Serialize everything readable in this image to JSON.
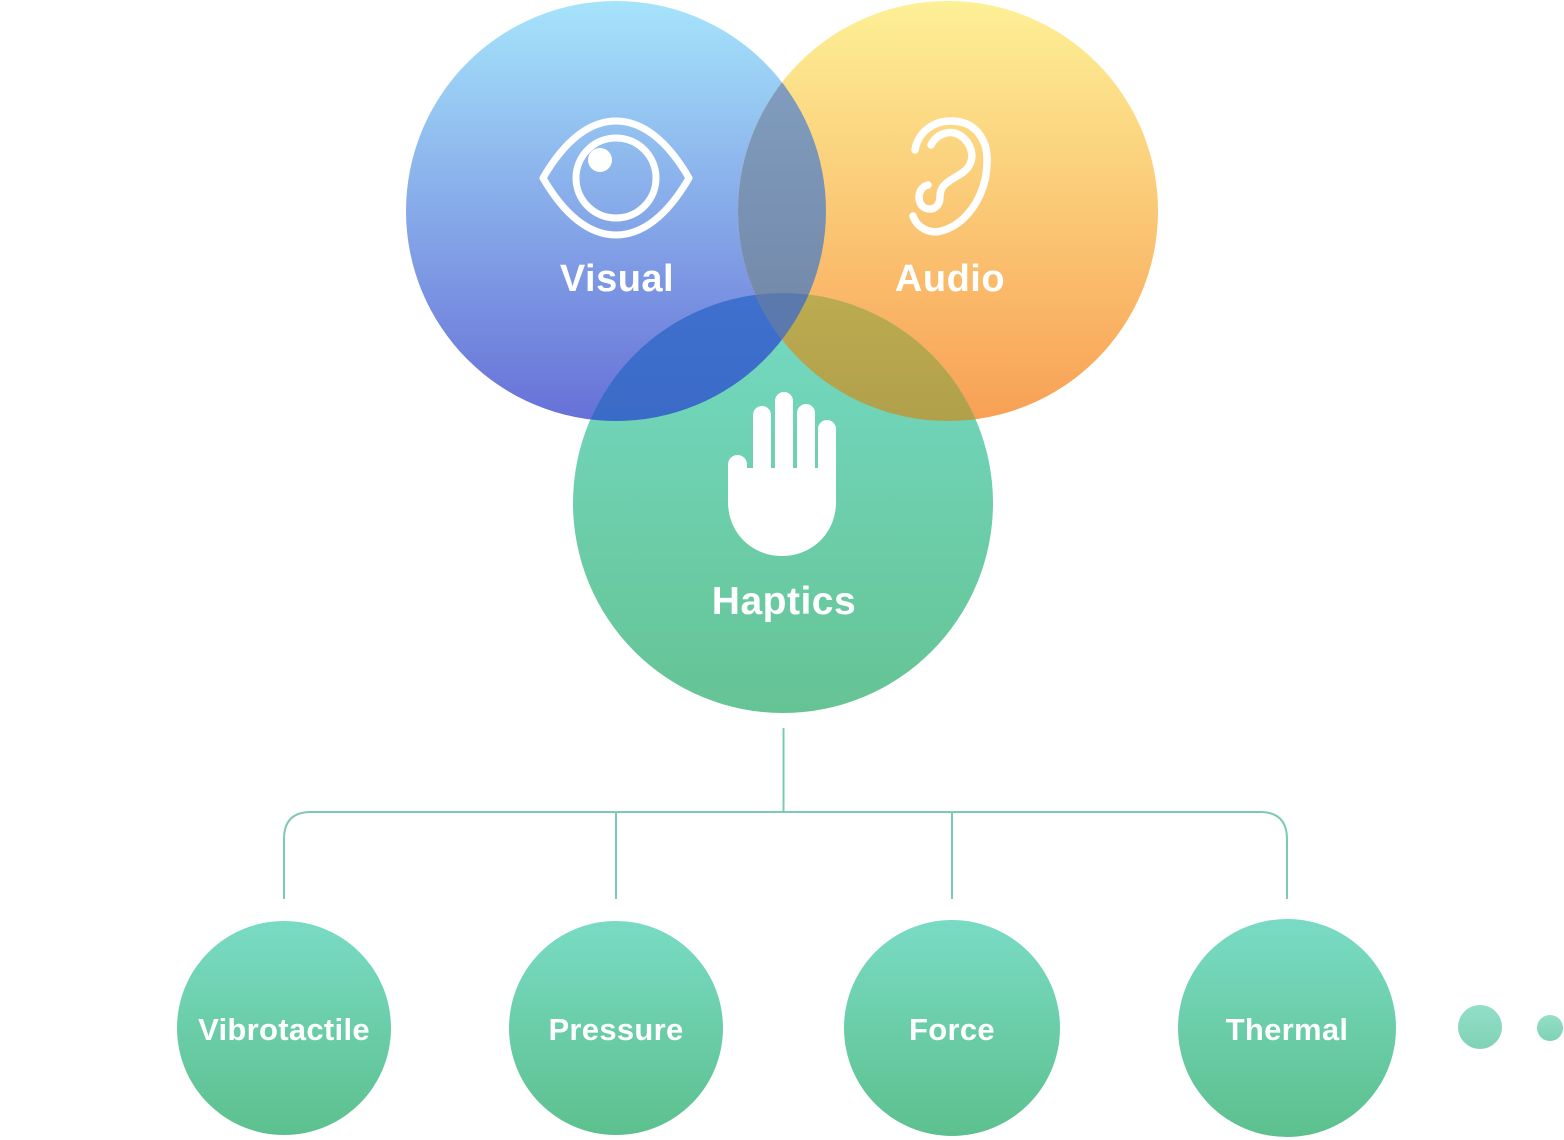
{
  "venn": {
    "visual": {
      "label": "Visual",
      "icon": "eye-icon"
    },
    "audio": {
      "label": "Audio",
      "icon": "ear-icon"
    },
    "haptics": {
      "label": "Haptics",
      "icon": "hand-icon"
    }
  },
  "children": [
    {
      "label": "Vibrotactile"
    },
    {
      "label": "Pressure"
    },
    {
      "label": "Force"
    },
    {
      "label": "Thermal"
    }
  ],
  "more_indicator": {
    "dot_count": 2
  },
  "colors": {
    "background": "#ffffff",
    "visual_top": "#a6e4fb",
    "visual_bottom": "#6770d7",
    "audio_top": "#fdf096",
    "audio_bottom": "#f8a055",
    "haptics_top": "#74dac4",
    "haptics_bottom": "#65c394",
    "overlap_va_top": "#85a3c4",
    "overlap_va_bottom": "#6d80a1",
    "overlap_vh_top": "#4070ce",
    "overlap_vh_bottom": "#2f5fb8",
    "overlap_ah_top": "#bcab50",
    "overlap_ah_bottom": "#97883f",
    "overlap_center": "#5c79ae",
    "child_top": "#79dbc4",
    "child_bottom": "#5cc08e",
    "connector": "#7dcbae",
    "dot_top": "#93dfc8",
    "dot_bottom": "#7fd2b4",
    "icon": "#ffffff",
    "label_text": "#ffffff"
  }
}
